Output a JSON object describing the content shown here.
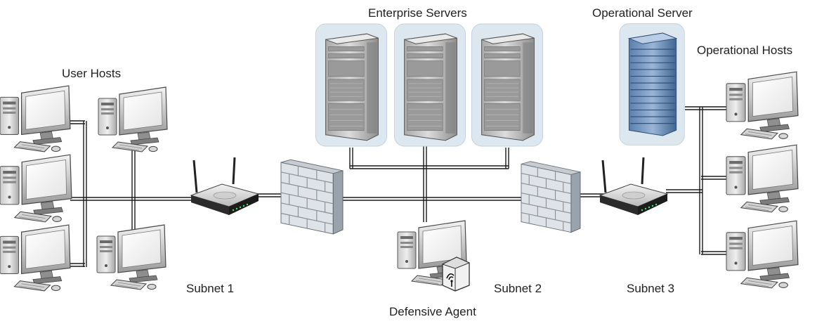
{
  "labels": {
    "user_hosts": "User Hosts",
    "enterprise_servers": "Enterprise Servers",
    "operational_server": "Operational Server",
    "operational_hosts": "Operational Hosts",
    "subnet_1": "Subnet 1",
    "subnet_2": "Subnet 2",
    "subnet_3": "Subnet 3",
    "defensive_agent": "Defensive Agent"
  },
  "nodes": {
    "user_hosts": [
      "computer-icon",
      "computer-icon",
      "computer-icon",
      "computer-icon",
      "computer-icon"
    ],
    "routers": [
      "router-icon",
      "router-icon"
    ],
    "firewalls": [
      "firewall-icon",
      "firewall-icon"
    ],
    "enterprise_servers": [
      "server-rack-icon",
      "server-rack-icon",
      "server-rack-icon"
    ],
    "operational_server": "blue-server-rack-icon",
    "operational_hosts": [
      "computer-icon",
      "computer-icon",
      "computer-icon"
    ],
    "defensive_agent": [
      "computer-icon",
      "wifi-badge-icon"
    ]
  },
  "colors": {
    "link": "#1a1a1a",
    "server_glow": "#dde7ef",
    "operational_server_blue": "#5f86b8",
    "firewall_brick": "#dfe2e6"
  }
}
